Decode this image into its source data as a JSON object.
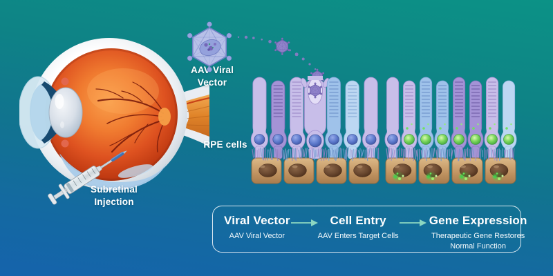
{
  "labels": {
    "aav_viral_vector": "AAV Viral Vector",
    "rpe_cells": "RPE cells",
    "subretinal_injection": "Subretinal Injection"
  },
  "flow": {
    "steps": [
      {
        "title": "Viral Vector",
        "subtitle": "AAV Viral Vector"
      },
      {
        "title": "Cell Entry",
        "subtitle": "AAV Enters Target Cells"
      },
      {
        "title": "Gene Expression",
        "subtitle": "Therapeutic Gene Restores Normal Function"
      }
    ]
  },
  "colors": {
    "background_top": "#0C9286",
    "background_bottom": "#1565AD",
    "text": "#FFFFFF",
    "flow_arrow": "#8CD7C1",
    "flow_box_border": "#FFFFFF",
    "virus_body": "#B7C0E8",
    "virus_outline": "#7181C6",
    "virus_small": "#9184CB",
    "cell_lavender": "#C8BEE9",
    "cell_purple": "#A493D6",
    "cell_blue": "#9FC2EA",
    "cell_light_blue": "#BCD7F2",
    "photoreceptor_nucleus": "#5F7BCD",
    "expression_nucleus_green": "#7FD95F",
    "gene_glow_green": "#3ED449",
    "rpe_cell_tan": "#C9A172",
    "rpe_nucleus_brown": "#5D3F2C",
    "eye_sclera": "#EFF2F5",
    "eye_fundus_orange": "#E2561F",
    "retinal_vessel_red": "#7A1C0B",
    "lens_gray": "#D8DFE8",
    "needle_blue": "#3F74B5"
  },
  "illustration": {
    "transduction_panel": {
      "cells": [
        {
          "color": "lavender",
          "striped": false
        },
        {
          "color": "purple",
          "striped": true
        },
        {
          "color": "lavender",
          "striped": true
        },
        {
          "color": "lavender",
          "striped": false,
          "funnel": true
        },
        {
          "color": "blue",
          "striped": true
        },
        {
          "color": "lightblue",
          "striped": true
        },
        {
          "color": "lavender",
          "striped": false
        }
      ],
      "rpe_cells": 4,
      "rpe_glow": false,
      "virus_entering": true
    },
    "expression_panel": {
      "cells": [
        {
          "color": "lavender",
          "striped": false,
          "nucleus": "blue"
        },
        {
          "color": "lavender",
          "striped": true,
          "nucleus": "green"
        },
        {
          "color": "blue",
          "striped": true,
          "nucleus": "green"
        },
        {
          "color": "blue",
          "striped": true,
          "nucleus": "green"
        },
        {
          "color": "purple",
          "striped": true,
          "nucleus": "green"
        },
        {
          "color": "purple",
          "striped": true,
          "nucleus": "green"
        },
        {
          "color": "lavender",
          "striped": true,
          "nucleus": "green"
        },
        {
          "color": "lightblue",
          "striped": false,
          "nucleus": "green"
        }
      ],
      "rpe_cells": 4,
      "rpe_glow": true,
      "virus_entering": false
    }
  }
}
